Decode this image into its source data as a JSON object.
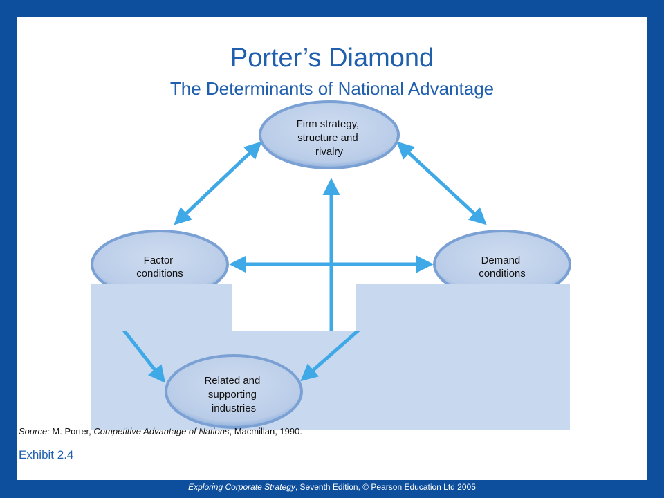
{
  "slide": {
    "title": "Porter’s Diamond",
    "subtitle": "The Determinants of National Advantage"
  },
  "diagram": {
    "nodes": {
      "firm_strategy": {
        "lines": [
          "Firm strategy,",
          "structure and",
          "rivalry"
        ]
      },
      "factor_conditions": {
        "lines": [
          "Factor",
          "conditions"
        ]
      },
      "demand_conditions": {
        "lines": [
          "Demand",
          "conditions"
        ]
      },
      "related_industries": {
        "lines": [
          "Related and",
          "supporting",
          "industries"
        ]
      }
    },
    "colors": {
      "ellipse_fill": "#b9cce8",
      "ellipse_rim": "#7aa0d4",
      "arrow": "#3ea9e6",
      "panel": "#c8d8ef"
    }
  },
  "source": {
    "prefix": "Source:",
    "author": " M. Porter, ",
    "work": "Competitive Advantage of Nations",
    "rest": ", Macmillan, 1990."
  },
  "exhibit": "Exhibit 2.4",
  "footer": {
    "book": "Exploring Corporate Strategy",
    "rest": ", Seventh Edition, © Pearson Education Ltd 2005"
  }
}
